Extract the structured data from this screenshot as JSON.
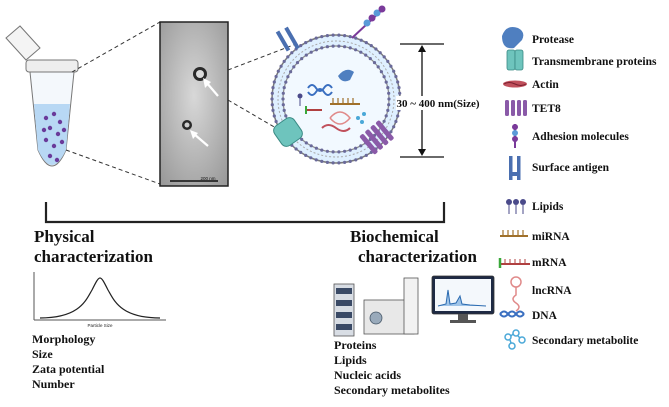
{
  "em_image": {
    "scale_bar_label": "200 nm"
  },
  "vesicle": {
    "size_label": "30 ~ 400 nm(Size)"
  },
  "legend": {
    "items": [
      {
        "label": "Protease",
        "icon": "protease-icon",
        "color": "#4f7fc0"
      },
      {
        "label": "Transmembrane proteins",
        "icon": "transmembrane-protein-icon",
        "color": "#6ec4bd"
      },
      {
        "label": "Actin",
        "icon": "actin-icon",
        "color": "#c0505c"
      },
      {
        "label": "TET8",
        "icon": "tet8-icon",
        "color": "#8a5aa8"
      },
      {
        "label": "Adhesion molecules",
        "icon": "adhesion-molecule-icon",
        "color": "#7a3a9a"
      },
      {
        "label": "Surface antigen",
        "icon": "surface-antigen-icon",
        "color": "#4a6fb0"
      },
      {
        "label": "Lipids",
        "icon": "lipid-icon",
        "color": "#4a4a8a"
      },
      {
        "label": "miRNA",
        "icon": "mirna-icon",
        "color": "#a0702a"
      },
      {
        "label": "mRNA",
        "icon": "mrna-icon",
        "color": "#b04040"
      },
      {
        "label": "lncRNA",
        "icon": "lncrna-icon",
        "color": "#e08a8a"
      },
      {
        "label": "DNA",
        "icon": "dna-icon",
        "color": "#3a6fc0"
      },
      {
        "label": "Secondary metabolite",
        "icon": "secondary-metabolite-icon",
        "color": "#4aa8d8"
      }
    ]
  },
  "physical": {
    "title_line1": "Physical",
    "title_line2": "characterization",
    "chart_xlabel": "Particle Size",
    "items": [
      "Morphology",
      "Size",
      "Zata potential",
      "Number"
    ]
  },
  "biochemical": {
    "title_line1": "Biochemical",
    "title_line2": "characterization",
    "items": [
      "Proteins",
      "Lipids",
      "Nucleic acids",
      "Secondary metabolites"
    ]
  },
  "colors": {
    "vesicle_fill": "#dff0ff",
    "tube_liquid": "#b8d8f4",
    "dots": "#6a3a9a"
  }
}
